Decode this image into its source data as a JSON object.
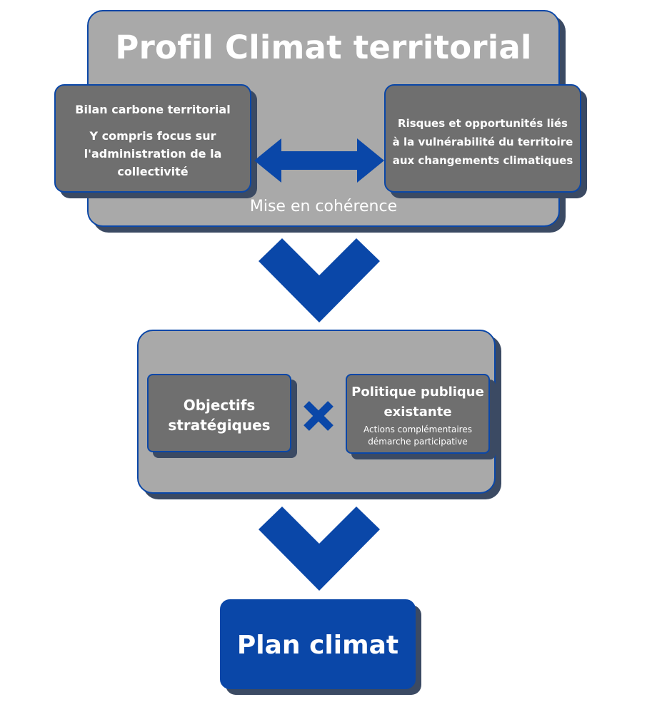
{
  "profil": {
    "title": "Profil Climat territorial",
    "left_box": {
      "heading": "Bilan carbone territorial",
      "lines": [
        "Y compris focus sur",
        "l'administration  de la",
        "collectivité"
      ]
    },
    "right_box": {
      "lines": [
        "Risques et opportunités liés",
        "à la vulnérabilité du territoire",
        "aux changements climatiques"
      ]
    },
    "caption": "Mise en cohérence"
  },
  "strategy": {
    "left_box": {
      "lines": [
        "Objectifs",
        "stratégiques"
      ]
    },
    "right_box": {
      "lines": [
        "Politique publique",
        "existante"
      ],
      "detail_lines": [
        "Actions complémentaires",
        "démarche participative"
      ]
    }
  },
  "result": {
    "label": "Plan climat"
  },
  "icons": {
    "double_arrow": "double-arrow-icon",
    "chevron": "chevron-down-icon",
    "cross": "multiply-icon"
  },
  "colors": {
    "blue": "#0a47a8",
    "light_gray": "#a9a9a9",
    "dark_gray": "#6f6f6f",
    "shadow": "#3b4a63",
    "text": "#ffffff"
  }
}
